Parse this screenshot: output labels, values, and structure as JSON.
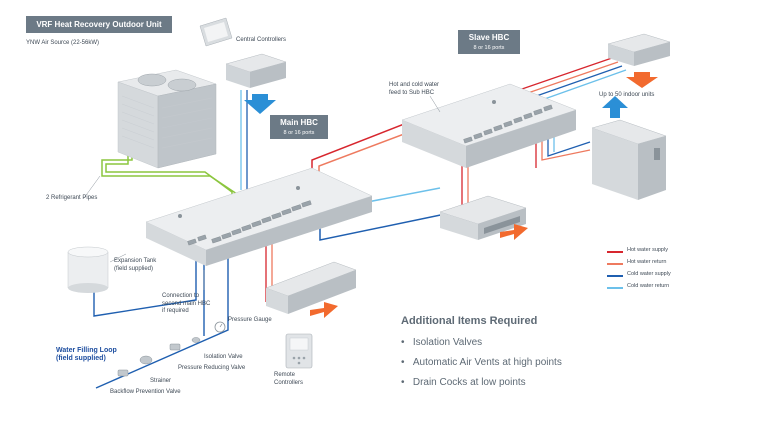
{
  "colors": {
    "hot_supply": "#d7262e",
    "hot_return": "#ee7a5f",
    "cold_supply": "#1f5fb0",
    "cold_return": "#6cc0ea",
    "refrigerant": "#8cc63f",
    "airflow_blue": "#2b8fd6",
    "airflow_orange": "#f26a2e",
    "title_box": "#6c7a86"
  },
  "outdoor": {
    "title": "VRF Heat Recovery Outdoor Unit",
    "subtitle": "YNW Air Source (22-56kW)"
  },
  "main_hbc": {
    "title": "Main HBC",
    "ports": "8 or 16 ports"
  },
  "slave_hbc": {
    "title": "Slave HBC",
    "ports": "8 or 16 ports"
  },
  "labels": {
    "central_controllers": "Central Controllers",
    "feed_to_sub_hbc": "Hot and cold water\nfeed to Sub HBC",
    "up_to_50": "Up to 50 indoor units",
    "refrigerant_pipes": "2 Refrigerant Pipes",
    "expansion_tank": "Expansion Tank\n(field supplied)",
    "connection_second": "Connection to\nsecond main HBC\nif required",
    "pressure_gauge": "Pressure Gauge",
    "isolation_valve": "Isolation Valve",
    "pressure_reducing": "Pressure Reducing Valve",
    "strainer": "Strainer",
    "backflow": "Backflow Prevention Valve",
    "remote_controllers": "Remote\nControllers"
  },
  "water_filling": {
    "title": "Water Filling Loop\n(field supplied)"
  },
  "additional": {
    "title": "Additional Items Required",
    "items": [
      "Isolation Valves",
      "Automatic Air Vents at high points",
      "Drain Cocks at low points"
    ]
  },
  "legend": [
    {
      "label": "Hot water supply",
      "color": "#d7262e"
    },
    {
      "label": "Hot water return",
      "color": "#ee7a5f"
    },
    {
      "label": "Cold water supply",
      "color": "#1f5fb0"
    },
    {
      "label": "Cold water return",
      "color": "#6cc0ea"
    }
  ]
}
